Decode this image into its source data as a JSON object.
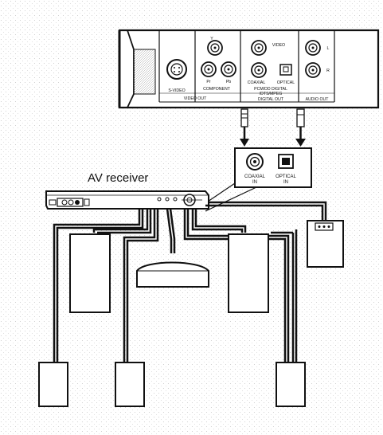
{
  "player_panel": {
    "s_video": "S-VIDEO",
    "component_label": "COMPONENT",
    "y_label": "Y",
    "pr_label": "Pr",
    "pb_label": "Pb",
    "video_label": "VIDEO",
    "video_out": "VIDEO OUT",
    "coaxial": "COAXIAL",
    "optical": "OPTICAL",
    "pcm_line1": "PCM/DD DIGITAL",
    "pcm_line2": "/DTS/MPEG",
    "digital_out": "DIGITAL OUT",
    "audio_out": "AUDIO OUT",
    "audio_l": "L",
    "audio_r": "R"
  },
  "receiver": {
    "title": "AV receiver",
    "coaxial_in_line1": "COAXIAL",
    "coaxial_in_line2": "IN",
    "optical_in_line1": "OPTICAL",
    "optical_in_line2": "IN"
  },
  "colors": {
    "line": "#111111",
    "fill": "#ffffff",
    "dots": "#cfcfcf"
  }
}
